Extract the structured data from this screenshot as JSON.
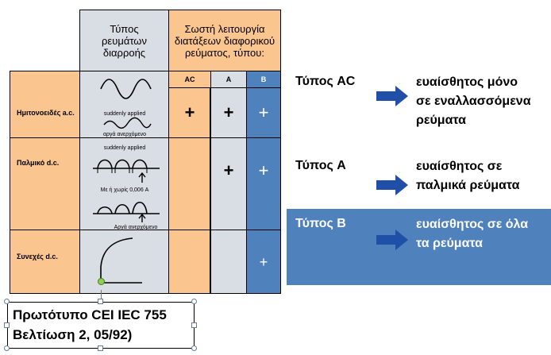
{
  "table": {
    "header_types": "Τύπος ρευμάτων διαρροής",
    "header_function": "Σωστή λειτουργία διατάξεων διαφορικού ρεύματος, τύπου:",
    "col_ac": "AC",
    "col_a": "A",
    "col_b": "B",
    "plus": "+",
    "row1_label": "Ημιτονοειδές a.c.",
    "row2_label": "Παλμικό d.c.",
    "row3_label": "Συνεχές d.c.",
    "wave1_top_caption": "suddenly applied",
    "wave1_bottom_caption": "αργά ανερχόμενο",
    "wave2_top_caption": "suddenly applied",
    "wave2_mid_caption": "Με ή χωρίς 0,006 A",
    "wave2_bottom_caption": "Αργά ανερχόμενο"
  },
  "right_panel": {
    "types": [
      {
        "title": "Τύπος AC",
        "desc_line1": "ευαίσθητος μόνο",
        "desc_line2": "σε εναλλασσόμενα",
        "desc_line3": "ρεύματα"
      },
      {
        "title": "Τύπος A",
        "desc_line1": "ευαίσθητος σε",
        "desc_line2": "παλμικά ρεύματα"
      },
      {
        "title": "Τύπος B",
        "desc_line1": "ευαίσθητος σε όλα",
        "desc_line2": "τα ρεύματα"
      }
    ]
  },
  "caption_box": {
    "line1": "Πρωτότυπο CEI IEC 755",
    "line2": "Βελτίωση 2, 05/92)"
  },
  "colors": {
    "orange": "#fac58f",
    "grey": "#d9dde4",
    "blue": "#4f81bd",
    "arrow": "#1f4fa6"
  }
}
